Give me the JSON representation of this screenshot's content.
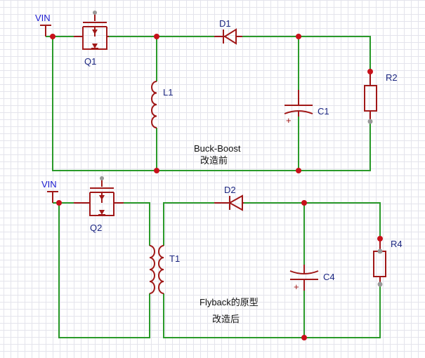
{
  "circuit_top": {
    "vin_label": "VIN",
    "components": {
      "q1": "Q1",
      "l1": "L1",
      "d1": "D1",
      "c1": "C1",
      "r2": "R2"
    },
    "caption_line1": "Buck-Boost",
    "caption_line2": "改造前",
    "polarity_mark": "+"
  },
  "circuit_bottom": {
    "vin_label": "VIN",
    "components": {
      "q2": "Q2",
      "t1": "T1",
      "d2": "D2",
      "c4": "C4",
      "r4": "R4"
    },
    "caption_line1": "Flyback的原型",
    "caption_line2": "改造后",
    "polarity_mark": "+"
  },
  "colors": {
    "wire": "#2a9a2a",
    "component": "#a01818",
    "junction": "#c8101a",
    "label": "#1a2580",
    "vin_label": "#1a1ad0",
    "grid": "#e4e4ec"
  }
}
